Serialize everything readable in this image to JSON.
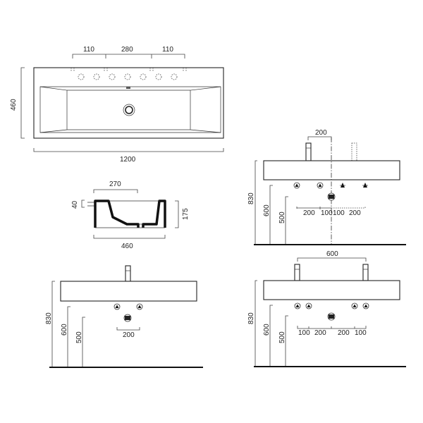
{
  "drawing": {
    "subject": "Wall-hung washbasin 1200 — technical dimension drawing",
    "colors": {
      "line": "#222222",
      "background": "#ffffff"
    }
  },
  "top_view": {
    "width_label": "1200",
    "depth_label": "460",
    "tap_hole_spacings": [
      "110",
      "280",
      "110"
    ]
  },
  "section_view": {
    "basin_width_label": "270",
    "total_depth_label": "460",
    "height_label": "175",
    "rim_label": "40"
  },
  "elevation_single_offset": {
    "tap_offset_label": "200",
    "height_830": "830",
    "height_600": "600",
    "height_500": "500",
    "spacings": [
      "200",
      "100",
      "100",
      "200"
    ]
  },
  "elevation_single_center": {
    "height_830": "830",
    "height_600": "600",
    "height_500": "500",
    "supply_spacing": "200"
  },
  "elevation_double": {
    "tap_spacing_label": "600",
    "height_830": "830",
    "height_600": "600",
    "height_500": "500",
    "spacings": [
      "100",
      "200",
      "200",
      "100"
    ]
  }
}
